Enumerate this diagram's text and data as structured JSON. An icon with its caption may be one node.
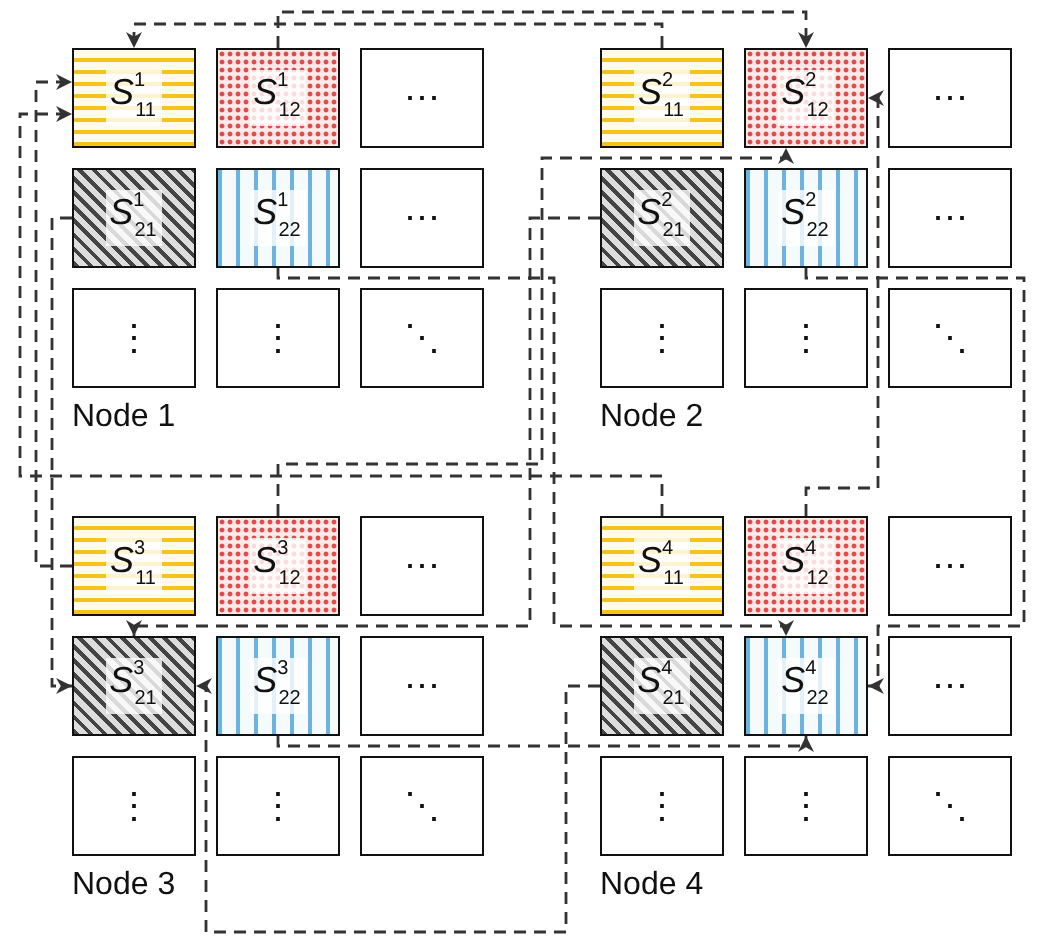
{
  "diagram": {
    "nodes": [
      {
        "text": [
          "Node 1"
        ]
      },
      {
        "text": [
          "*S*$^{1}$$_{11}$"
        ],
        "in": 0
      },
      {
        "text": [
          "*S*$^{1}$$_{12}$"
        ],
        "in": 0
      },
      {
        "text": [
          "⋯"
        ],
        "in": 0
      },
      {
        "text": [
          "*S*$^{1}$$_{21}$"
        ],
        "in": 0
      },
      {
        "text": [
          "*S*$^{1}$$_{22}$"
        ],
        "in": 0
      },
      {
        "text": [
          "⋯"
        ],
        "in": 0
      },
      {
        "text": [
          "⋮"
        ],
        "in": 0
      },
      {
        "text": [
          "⋮"
        ],
        "in": 0
      },
      {
        "text": [
          "⋱"
        ],
        "in": 0
      },
      {
        "text": [
          "Node 2"
        ]
      },
      {
        "text": [
          "*S*$^{2}$$_{11}$"
        ],
        "in": 10
      },
      {
        "text": [
          "*S*$^{2}$$_{12}$"
        ],
        "in": 10
      },
      {
        "text": [
          "⋯"
        ],
        "in": 10
      },
      {
        "text": [
          "*S*$^{2}$$_{21}$"
        ],
        "in": 10
      },
      {
        "text": [
          "*S*$^{2}$$_{22}$"
        ],
        "in": 10
      },
      {
        "text": [
          "⋯"
        ],
        "in": 10
      },
      {
        "text": [
          "⋮"
        ],
        "in": 10
      },
      {
        "text": [
          "⋮"
        ],
        "in": 10
      },
      {
        "text": [
          "⋱"
        ],
        "in": 10
      },
      {
        "text": [
          "Node 3"
        ]
      },
      {
        "text": [
          "*S*$^{3}$$_{11}$"
        ],
        "in": 20
      },
      {
        "text": [
          "*S*$^{3}$$_{12}$"
        ],
        "in": 20
      },
      {
        "text": [
          "⋯"
        ],
        "in": 20
      },
      {
        "text": [
          "*S*$^{3}$$_{21}$"
        ],
        "in": 20
      },
      {
        "text": [
          "*S*$^{3}$$_{22}$"
        ],
        "in": 20
      },
      {
        "text": [
          "⋯"
        ],
        "in": 20
      },
      {
        "text": [
          "⋮"
        ],
        "in": 20
      },
      {
        "text": [
          "⋮"
        ],
        "in": 20
      },
      {
        "text": [
          "⋱"
        ],
        "in": 20
      },
      {
        "text": [
          "Node 4"
        ]
      },
      {
        "text": [
          "*S*$^{4}$$_{11}$"
        ],
        "in": 30
      },
      {
        "text": [
          "*S*$^{4}$$_{12}$"
        ],
        "in": 30
      },
      {
        "text": [
          "⋯"
        ],
        "in": 30
      },
      {
        "text": [
          "*S*$^{4}$$_{21}$"
        ],
        "in": 30
      },
      {
        "text": [
          "*S*$^{4}$$_{22}$"
        ],
        "in": 30
      },
      {
        "text": [
          "⋯"
        ],
        "in": 30
      },
      {
        "text": [
          "⋮"
        ],
        "in": 30
      },
      {
        "text": [
          "⋮"
        ],
        "in": 30
      },
      {
        "text": [
          "⋱"
        ],
        "in": 30
      }
    ],
    "edges": [
      {
        "from": 11,
        "to": 1,
        "arrow": "to",
        "style": "dashed"
      },
      {
        "from": 21,
        "to": 1,
        "arrow": "to",
        "style": "dashed"
      },
      {
        "from": 31,
        "to": 1,
        "arrow": "to",
        "style": "dashed"
      },
      {
        "from": 2,
        "to": 12,
        "arrow": "to",
        "style": "dashed"
      },
      {
        "from": 22,
        "to": 12,
        "arrow": "to",
        "style": "dashed"
      },
      {
        "from": 32,
        "to": 12,
        "arrow": "to",
        "style": "dashed"
      },
      {
        "from": 4,
        "to": 24,
        "arrow": "to",
        "style": "dashed"
      },
      {
        "from": 14,
        "to": 24,
        "arrow": "to",
        "style": "dashed"
      },
      {
        "from": 34,
        "to": 24,
        "arrow": "to",
        "style": "dashed"
      },
      {
        "from": 5,
        "to": 35,
        "arrow": "to",
        "style": "dashed"
      },
      {
        "from": 15,
        "to": 35,
        "arrow": "to",
        "style": "dashed"
      },
      {
        "from": 25,
        "to": 35,
        "arrow": "to",
        "style": "dashed"
      }
    ]
  }
}
